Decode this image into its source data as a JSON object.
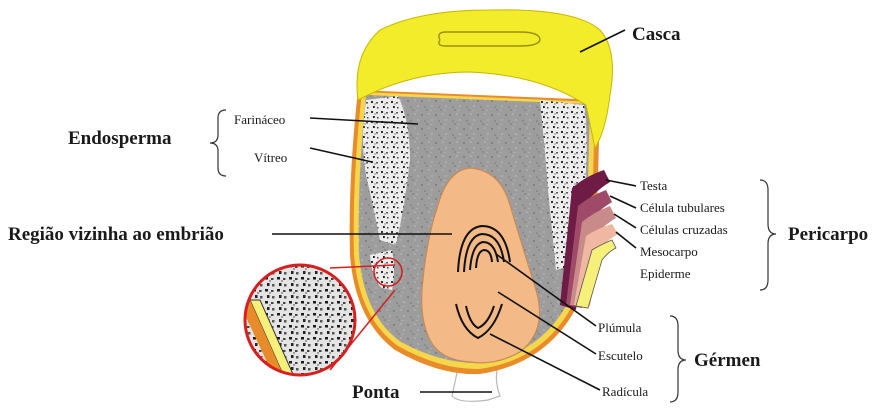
{
  "labels": {
    "casca": "Casca",
    "endosperma": "Endosperma",
    "farinaceo": "Farináceo",
    "vitreo": "Vítreo",
    "regiao": "Região vizinha ao embrião",
    "testa": "Testa",
    "celula_tubulares": "Célula tubulares",
    "celulas_cruzadas": "Células cruzadas",
    "mesocarpo": "Mesocarpo",
    "epiderme": "Epiderme",
    "pericarpo": "Pericarpo",
    "plumula": "Plúmula",
    "escutelo": "Escutelo",
    "radicula": "Radícula",
    "germen": "Gérmen",
    "ponta": "Ponta"
  },
  "colors": {
    "casca": "#f2ec2a",
    "endosperm_farinaceo": "#a7a7a7",
    "endosperm_vitreo": "#e8e8e8",
    "scutellum": "#f3b987",
    "pericarp_outer": "#e88b2a",
    "zoom_circle": "#d42020",
    "testa": "#6e1c46",
    "celula_tubulares": "#a04a6a",
    "celulas_cruzadas": "#c98a8a",
    "mesocarpo": "#f0b8a2",
    "epiderme": "#f6f07a"
  }
}
